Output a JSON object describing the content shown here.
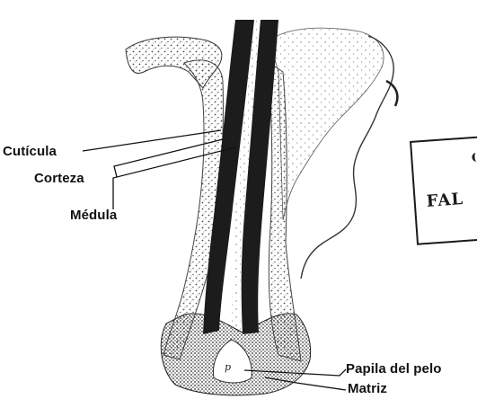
{
  "labels": {
    "cuticula": "Cutícula",
    "corteza": "Corteza",
    "medula": "Médula",
    "papila": "Papila del pelo",
    "matriz": "Matriz"
  },
  "stamp": {
    "text": "FAL"
  },
  "papilla_letter": "p",
  "colors": {
    "ink": "#111111",
    "shaft": "#1c1c1c",
    "tissue_dots": "#555555",
    "background": "#ffffff"
  }
}
